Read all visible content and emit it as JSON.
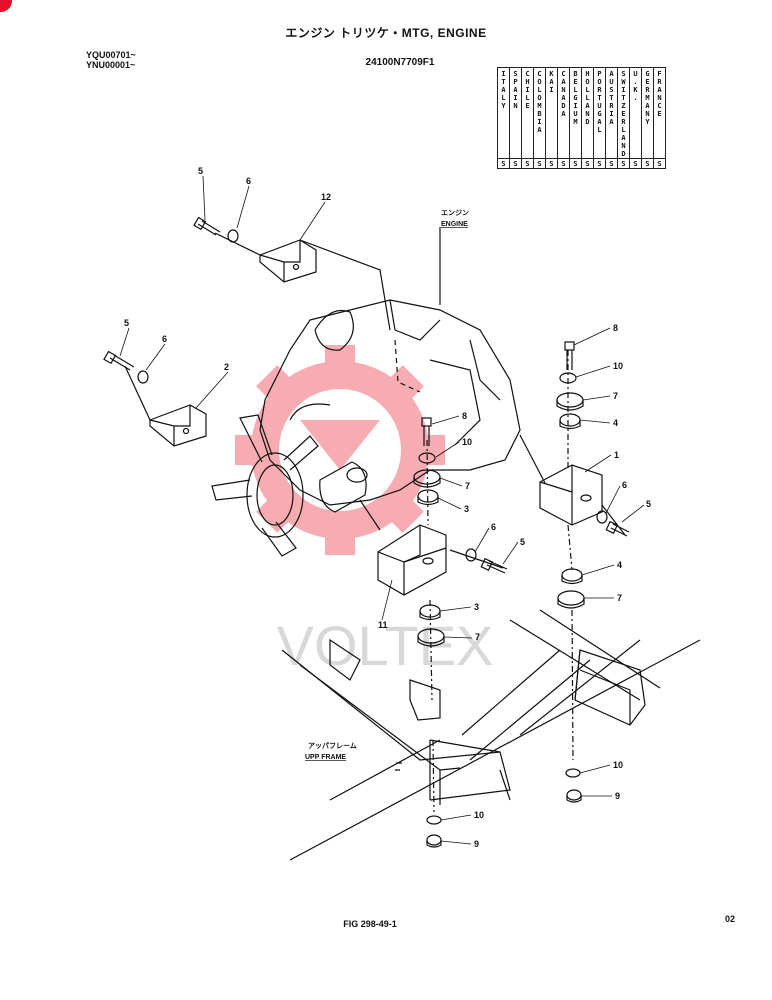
{
  "header": {
    "title": "エンジン トリツケ・MTG, ENGINE",
    "serial_1": "YQU00701~",
    "serial_2": "YNU00001~",
    "part_number": "24100N7709F1"
  },
  "countries": {
    "names": [
      "ITALY",
      "SPAIN",
      "CHILE",
      "COLOMBIA",
      "KAI",
      "CANADA",
      "BELGIUM",
      "HOLLAND",
      "PORTUGAL",
      "AUSTRIA",
      "SWITZERLAND",
      "U.K.",
      "GERMANY",
      "FRANCE"
    ],
    "status": [
      "S",
      "S",
      "S",
      "S",
      "S",
      "S",
      "S",
      "S",
      "S",
      "S",
      "S",
      "S",
      "S",
      "S"
    ]
  },
  "captions": {
    "engine_jp": "エンジン",
    "engine_en": "ENGINE",
    "frame_jp": "アッパフレーム",
    "frame_en": "UPP FRAME"
  },
  "callouts": {
    "c5a": "5",
    "c6a": "6",
    "c12": "12",
    "c5b": "5",
    "c6b": "6",
    "c2": "2",
    "c8a": "8",
    "c10a": "10",
    "c7a": "7",
    "c3a": "3",
    "c6c": "6",
    "c5c": "5",
    "c11": "11",
    "c3b": "3",
    "c7b": "7",
    "c8b": "8",
    "c10b": "10",
    "c7c": "7",
    "c4a": "4",
    "c1": "1",
    "c6d": "6",
    "c5d": "5",
    "c4b": "4",
    "c7d": "7",
    "c10c": "10",
    "c9a": "9",
    "c10d": "10",
    "c9b": "9"
  },
  "watermark": "VOLTEX",
  "footer": {
    "figure": "FIG 298-49-1",
    "page": "02"
  },
  "colors": {
    "watermark": "#f06a73",
    "ink": "#111111"
  }
}
